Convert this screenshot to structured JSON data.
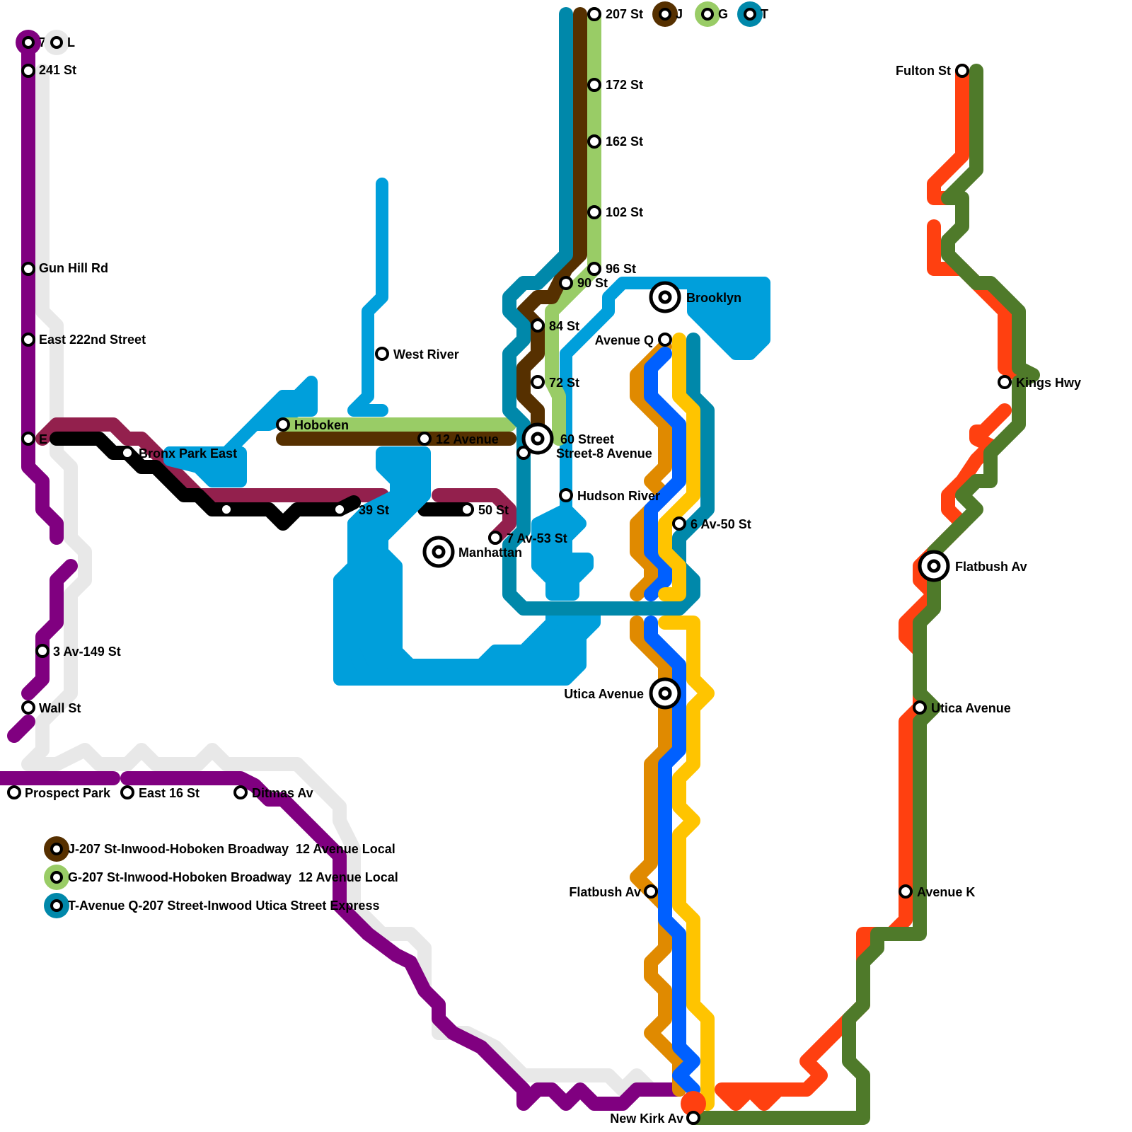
{
  "colors": {
    "purple": "#800080",
    "light_gray": "#e8e8e8",
    "maroon": "#93204d",
    "black": "#000000",
    "sky_blue": "#009fdb",
    "light_green": "#99cc66",
    "brown": "#563000",
    "teal": "#0088aa",
    "orange": "#e08a00",
    "royal_blue": "#0060ff",
    "yellow": "#ffc400",
    "red_orange": "#ff4010",
    "olive_green": "#4f7a2a"
  },
  "route_badges": [
    {
      "label": "7",
      "color": "#800080"
    },
    {
      "label": "L",
      "color": "#e8e8e8"
    },
    {
      "label": "J",
      "color": "#563000"
    },
    {
      "label": "G",
      "color": "#99cc66"
    },
    {
      "label": "T",
      "color": "#0088aa"
    }
  ],
  "stations": {
    "s241_st": "241 St",
    "gun_hill_rd": "Gun Hill Rd",
    "east_222nd": "East 222nd Street",
    "e_station": "E",
    "bronx_park_east": "Bronx Park East",
    "s3_av_149": "3 Av-149 St",
    "wall_st": "Wall St",
    "prospect_park": "Prospect Park",
    "east_16_st": "East 16 St",
    "ditmas_av": "Ditmas Av",
    "hoboken": "Hoboken",
    "twelve_avenue": "12 Avenue",
    "west_river": "West River",
    "s39_st": "39 St",
    "s50_st": "50 St",
    "manhattan": "Manhattan",
    "s7_av_53": "7 Av-53 St",
    "s207_st": "207 St",
    "s172_st": "172 St",
    "s162_st": "162 St",
    "s102_st": "102 St",
    "s96_st": "96 St",
    "s90_st": "90 St",
    "s84_st": "84 St",
    "s72_st": "72 St",
    "s60_street": "60 Street",
    "street_8_avenue": "Street-8 Avenue",
    "hudson_river": "Hudson River",
    "brooklyn": "Brooklyn",
    "avenue_q": "Avenue Q",
    "s6_av_50": "6 Av-50 St",
    "utica_avenue_mid": "Utica Avenue",
    "flatbush_av_mid": "Flatbush Av",
    "new_kirk_av": "New Kirk Av",
    "fulton_st": "Fulton St",
    "kings_hwy": "Kings Hwy",
    "flatbush_av_right": "Flatbush Av",
    "utica_avenue_right": "Utica Avenue",
    "avenue_k": "Avenue K"
  },
  "legend": [
    {
      "text": "J-207 St-Inwood-Hoboken Broadway  12 Avenue Local",
      "color": "#563000"
    },
    {
      "text": "G-207 St-Inwood-Hoboken Broadway  12 Avenue Local",
      "color": "#99cc66"
    },
    {
      "text": "T-Avenue Q-207 Street-Inwood Utica Street Express",
      "color": "#0088aa"
    }
  ]
}
